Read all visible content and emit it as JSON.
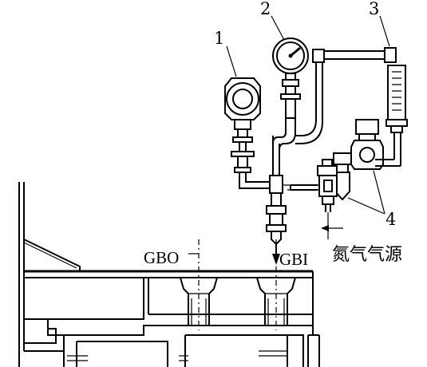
{
  "labels": {
    "callout_1": "1",
    "callout_2": "2",
    "callout_3": "3",
    "callout_4": "4",
    "gbo": "GBO",
    "gbi": "GBI",
    "nitrogen_source": "氮气气源"
  }
}
